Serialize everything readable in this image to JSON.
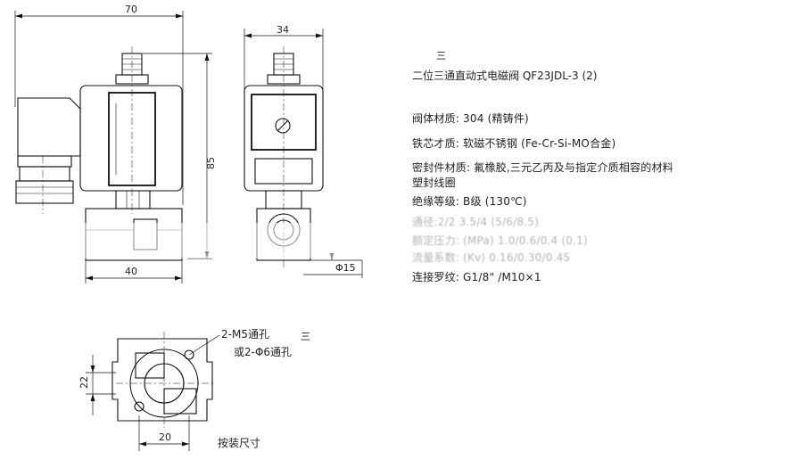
{
  "dimensions": {
    "front_width": "70",
    "front_height": "85",
    "front_base_width": "40",
    "side_width": "34",
    "port_diameter": "Φ15",
    "mount_height": "22",
    "mount_width": "20"
  },
  "mount": {
    "hole_note_1": "2-M5通孔",
    "hole_note_2": "或2-Φ6通孔",
    "mark": "三",
    "caption": "按装尺寸"
  },
  "spec": {
    "title": "二位三通直动式电磁阀 QF23JDL-3  (2)",
    "title_mark": "三",
    "lines": [
      "阀体材质: 304   (精铸件)",
      "铁芯才质: 软磁不锈钢  (Fe-Cr-Si-MO合金)",
      "密封件材质: 氟橡胶,三元乙丙及与指定介质相容的材料",
      "塑封线圈",
      "绝缘等级: B级 (130℃)",
      "通径:2/2  3.5/4  (5/6/8.5)",
      "额定压力: (MPa)  1.0/0.6/0.4  (0.1)",
      "流量系数: (Kv)  0.16/0.30/0.45",
      "连接罗纹: G1/8\" /M10×1"
    ]
  }
}
